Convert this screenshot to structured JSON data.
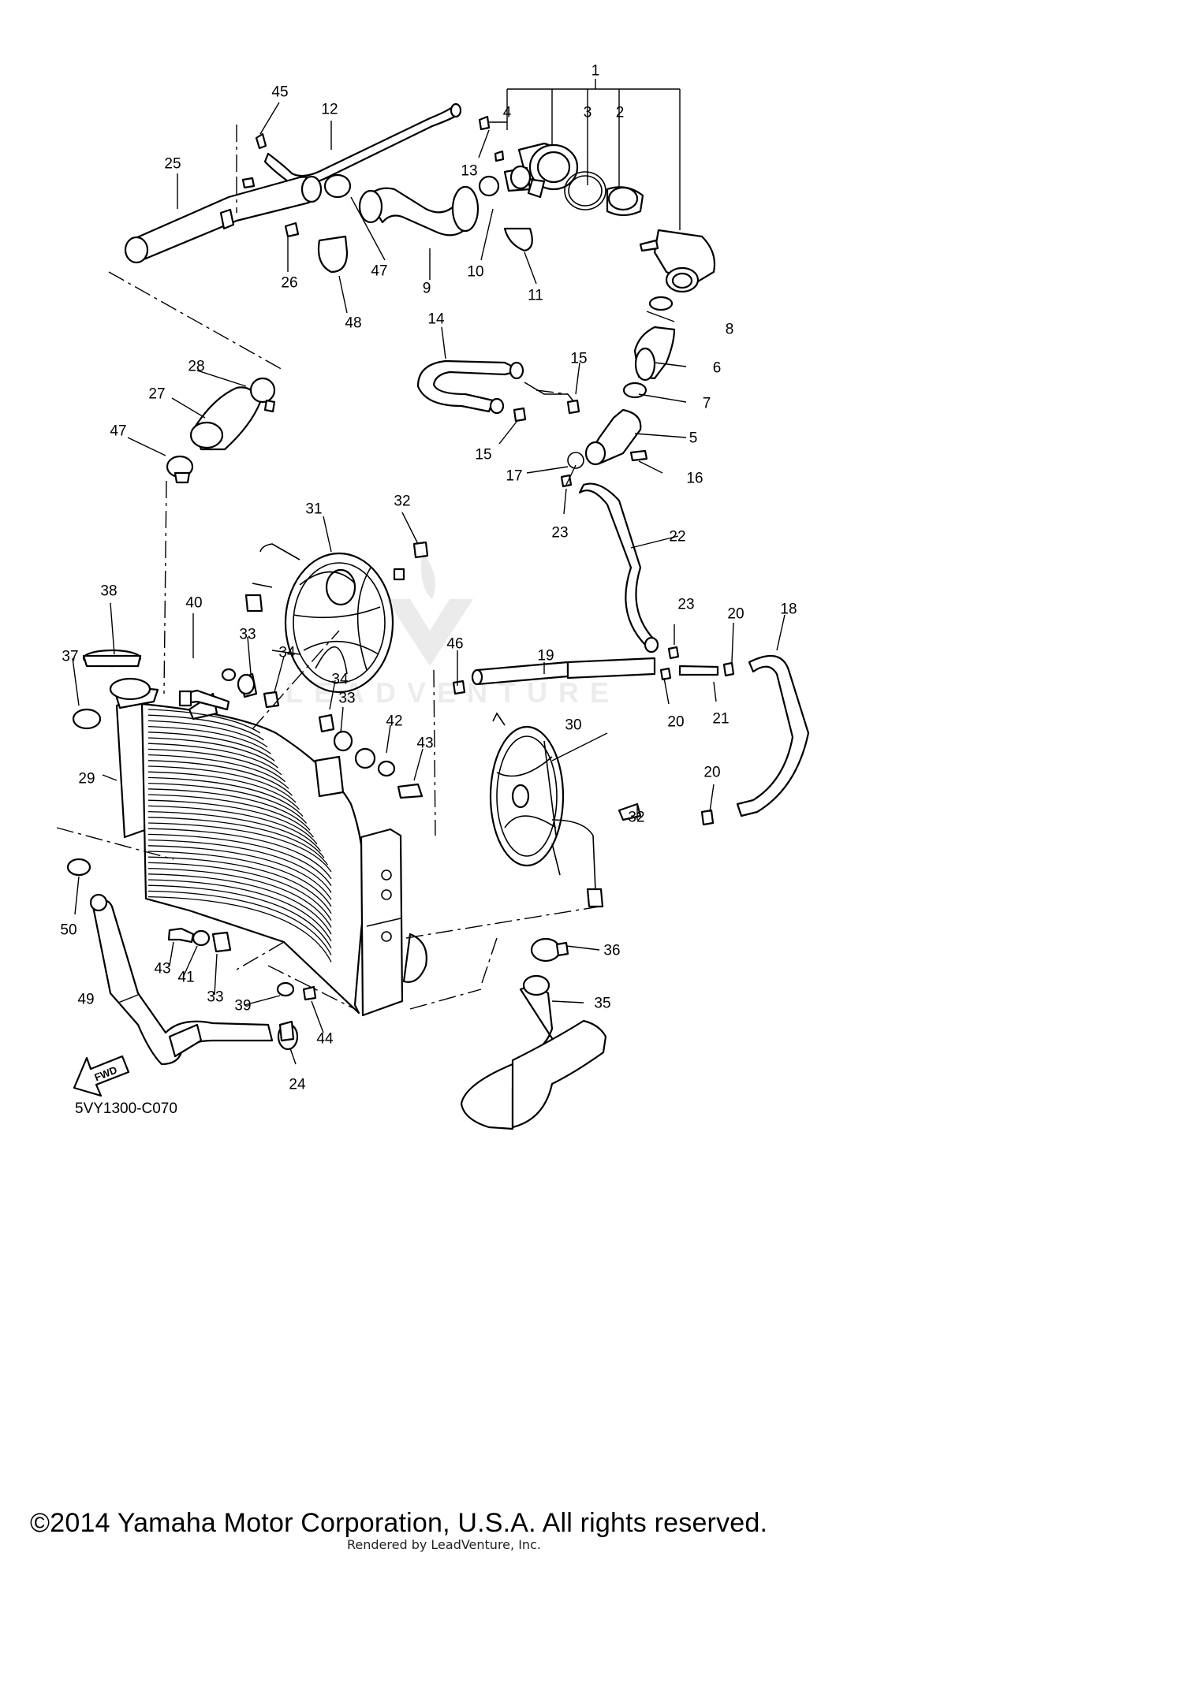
{
  "callouts": [
    {
      "id": "c1",
      "text": "1"
    },
    {
      "id": "c2",
      "text": "2"
    },
    {
      "id": "c3",
      "text": "3"
    },
    {
      "id": "c4",
      "text": "4"
    },
    {
      "id": "c5",
      "text": "5"
    },
    {
      "id": "c6",
      "text": "6"
    },
    {
      "id": "c7",
      "text": "7"
    },
    {
      "id": "c8",
      "text": "8"
    },
    {
      "id": "c9",
      "text": "9"
    },
    {
      "id": "c10",
      "text": "10"
    },
    {
      "id": "c11",
      "text": "11"
    },
    {
      "id": "c12",
      "text": "12"
    },
    {
      "id": "c13",
      "text": "13"
    },
    {
      "id": "c14",
      "text": "14"
    },
    {
      "id": "c15a",
      "text": "15"
    },
    {
      "id": "c15b",
      "text": "15"
    },
    {
      "id": "c16",
      "text": "16"
    },
    {
      "id": "c17",
      "text": "17"
    },
    {
      "id": "c18",
      "text": "18"
    },
    {
      "id": "c19",
      "text": "19"
    },
    {
      "id": "c20a",
      "text": "20"
    },
    {
      "id": "c20b",
      "text": "20"
    },
    {
      "id": "c20c",
      "text": "20"
    },
    {
      "id": "c21",
      "text": "21"
    },
    {
      "id": "c22",
      "text": "22"
    },
    {
      "id": "c23a",
      "text": "23"
    },
    {
      "id": "c23b",
      "text": "23"
    },
    {
      "id": "c24",
      "text": "24"
    },
    {
      "id": "c25",
      "text": "25"
    },
    {
      "id": "c26",
      "text": "26"
    },
    {
      "id": "c27",
      "text": "27"
    },
    {
      "id": "c28",
      "text": "28"
    },
    {
      "id": "c29",
      "text": "29"
    },
    {
      "id": "c30",
      "text": "30"
    },
    {
      "id": "c31",
      "text": "31"
    },
    {
      "id": "c32a",
      "text": "32"
    },
    {
      "id": "c32b",
      "text": "32"
    },
    {
      "id": "c33a",
      "text": "33"
    },
    {
      "id": "c33b",
      "text": "33"
    },
    {
      "id": "c33c",
      "text": "33"
    },
    {
      "id": "c34a",
      "text": "34"
    },
    {
      "id": "c34b",
      "text": "34"
    },
    {
      "id": "c35",
      "text": "35"
    },
    {
      "id": "c36",
      "text": "36"
    },
    {
      "id": "c37",
      "text": "37"
    },
    {
      "id": "c38",
      "text": "38"
    },
    {
      "id": "c39",
      "text": "39"
    },
    {
      "id": "c40",
      "text": "40"
    },
    {
      "id": "c41",
      "text": "41"
    },
    {
      "id": "c42",
      "text": "42"
    },
    {
      "id": "c43a",
      "text": "43"
    },
    {
      "id": "c43b",
      "text": "43"
    },
    {
      "id": "c44",
      "text": "44"
    },
    {
      "id": "c45",
      "text": "45"
    },
    {
      "id": "c46",
      "text": "46"
    },
    {
      "id": "c47a",
      "text": "47"
    },
    {
      "id": "c47b",
      "text": "47"
    },
    {
      "id": "c48",
      "text": "48"
    },
    {
      "id": "c49",
      "text": "49"
    },
    {
      "id": "c50",
      "text": "50"
    }
  ],
  "ref_code": "5VY1300-C070",
  "fwd_label": "FWD",
  "copyright": "©2014 Yamaha Motor Corporation, U.S.A. All rights reserved.",
  "rendered_by": "Rendered by LeadVenture, Inc.",
  "watermark": "LEADVENTURE"
}
